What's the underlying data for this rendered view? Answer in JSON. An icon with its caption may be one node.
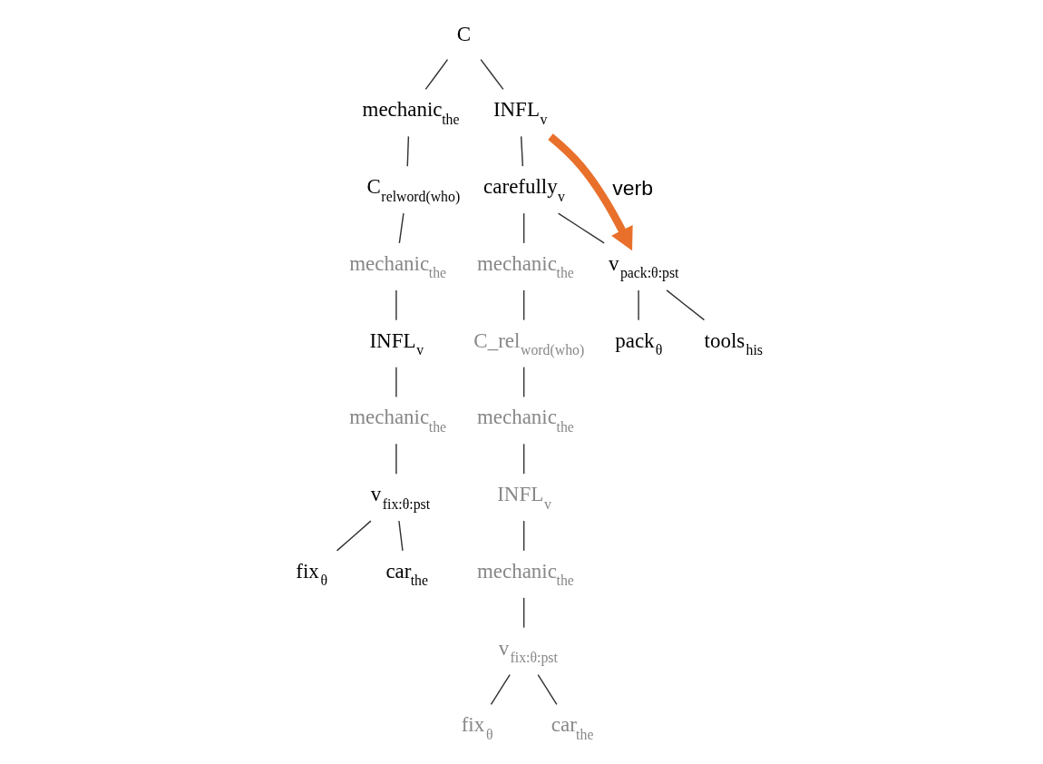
{
  "diagram": {
    "nodes": [
      {
        "text": [
          "C"
        ]
      },
      {
        "text": [
          "mechanic$_{the}$"
        ]
      },
      {
        "text": [
          "INFL$_{v}$"
        ]
      },
      {
        "text": [
          "C$_{relword(who)}$"
        ]
      },
      {
        "text": [
          "carefully$_{v}$"
        ]
      },
      {
        "text": [
          "mechanic$_{the}$"
        ]
      },
      {
        "text": [
          "INFL$_{v}$"
        ]
      },
      {
        "text": [
          "mechanic$_{the}$"
        ]
      },
      {
        "text": [
          "v$_{pack:θ:pst}$"
        ]
      },
      {
        "text": [
          "mechanic$_{the}$"
        ]
      },
      {
        "text": [
          "C_rel$_{word(who)}$"
        ]
      },
      {
        "text": [
          "pack$_{θ}$"
        ]
      },
      {
        "text": [
          "tools$_{his}$"
        ]
      },
      {
        "text": [
          "v$_{fix:θ:pst}$"
        ]
      },
      {
        "text": [
          "mechanic$_{the}$"
        ]
      },
      {
        "text": [
          "fix$_{θ}$"
        ]
      },
      {
        "text": [
          "car$_{the}$"
        ]
      },
      {
        "text": [
          "INFL$_{v}$"
        ]
      },
      {
        "text": [
          "mechanic$_{the}$"
        ]
      },
      {
        "text": [
          "v$_{fix:θ:pst}$"
        ]
      },
      {
        "text": [
          "fix$_{θ}$"
        ]
      },
      {
        "text": [
          "car$_{the}$"
        ]
      }
    ],
    "edges": [
      {
        "from": 0,
        "to": 1,
        "arrow": "none"
      },
      {
        "from": 0,
        "to": 2,
        "arrow": "none"
      },
      {
        "from": 1,
        "to": 3,
        "arrow": "none"
      },
      {
        "from": 3,
        "to": 5,
        "arrow": "none"
      },
      {
        "from": 5,
        "to": 6,
        "arrow": "none"
      },
      {
        "from": 6,
        "to": 9,
        "arrow": "none"
      },
      {
        "from": 9,
        "to": 13,
        "arrow": "none"
      },
      {
        "from": 13,
        "to": 15,
        "arrow": "none"
      },
      {
        "from": 13,
        "to": 16,
        "arrow": "none"
      },
      {
        "from": 2,
        "to": 4,
        "arrow": "none"
      },
      {
        "from": 4,
        "to": 7,
        "arrow": "none"
      },
      {
        "from": 4,
        "to": 8,
        "arrow": "none"
      },
      {
        "from": 8,
        "to": 11,
        "arrow": "none"
      },
      {
        "from": 8,
        "to": 12,
        "arrow": "none"
      },
      {
        "from": 7,
        "to": 10,
        "arrow": "none"
      },
      {
        "from": 10,
        "to": 14,
        "arrow": "none"
      },
      {
        "from": 14,
        "to": 17,
        "arrow": "none"
      },
      {
        "from": 17,
        "to": 18,
        "arrow": "none"
      },
      {
        "from": 18,
        "to": 19,
        "arrow": "none"
      },
      {
        "from": 19,
        "to": 20,
        "arrow": "none"
      },
      {
        "from": 19,
        "to": 21,
        "arrow": "none"
      },
      {
        "from": 2,
        "to": 8,
        "arrow": "to",
        "label": "verb",
        "style": "thick",
        "color": "#e8702a"
      }
    ]
  }
}
